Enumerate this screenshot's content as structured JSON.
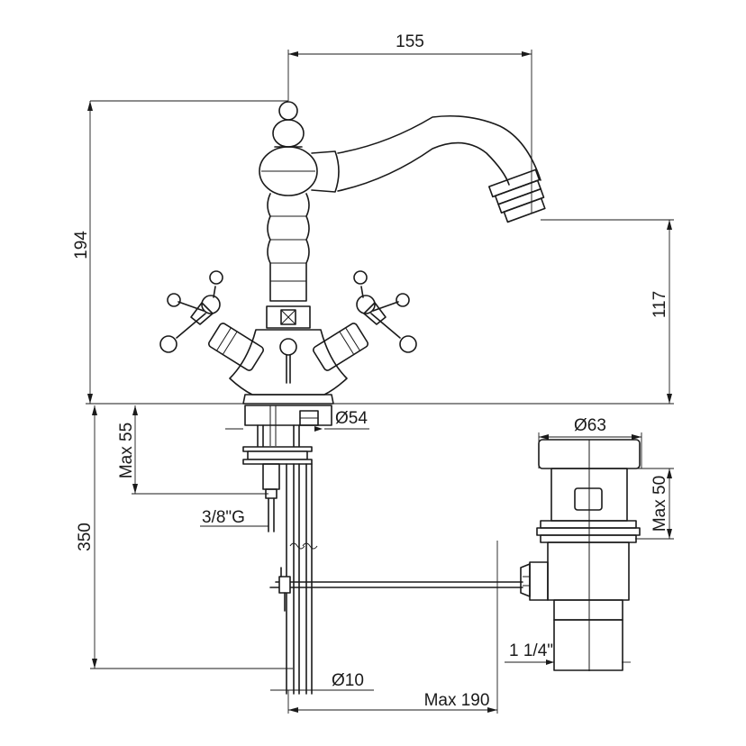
{
  "dimensions": {
    "spout_reach": "155",
    "total_height": "194",
    "spout_height": "117",
    "base_diameter": "Ø54",
    "max_thickness": "Max 55",
    "supply_thread": "3/8\"G",
    "installation_length": "350",
    "waste_diameter": "Ø63",
    "waste_max_thickness": "Max 50",
    "waste_thread": "1 1/4\"",
    "rod_diameter": "Ø10",
    "rod_max_length": "Max 190"
  }
}
